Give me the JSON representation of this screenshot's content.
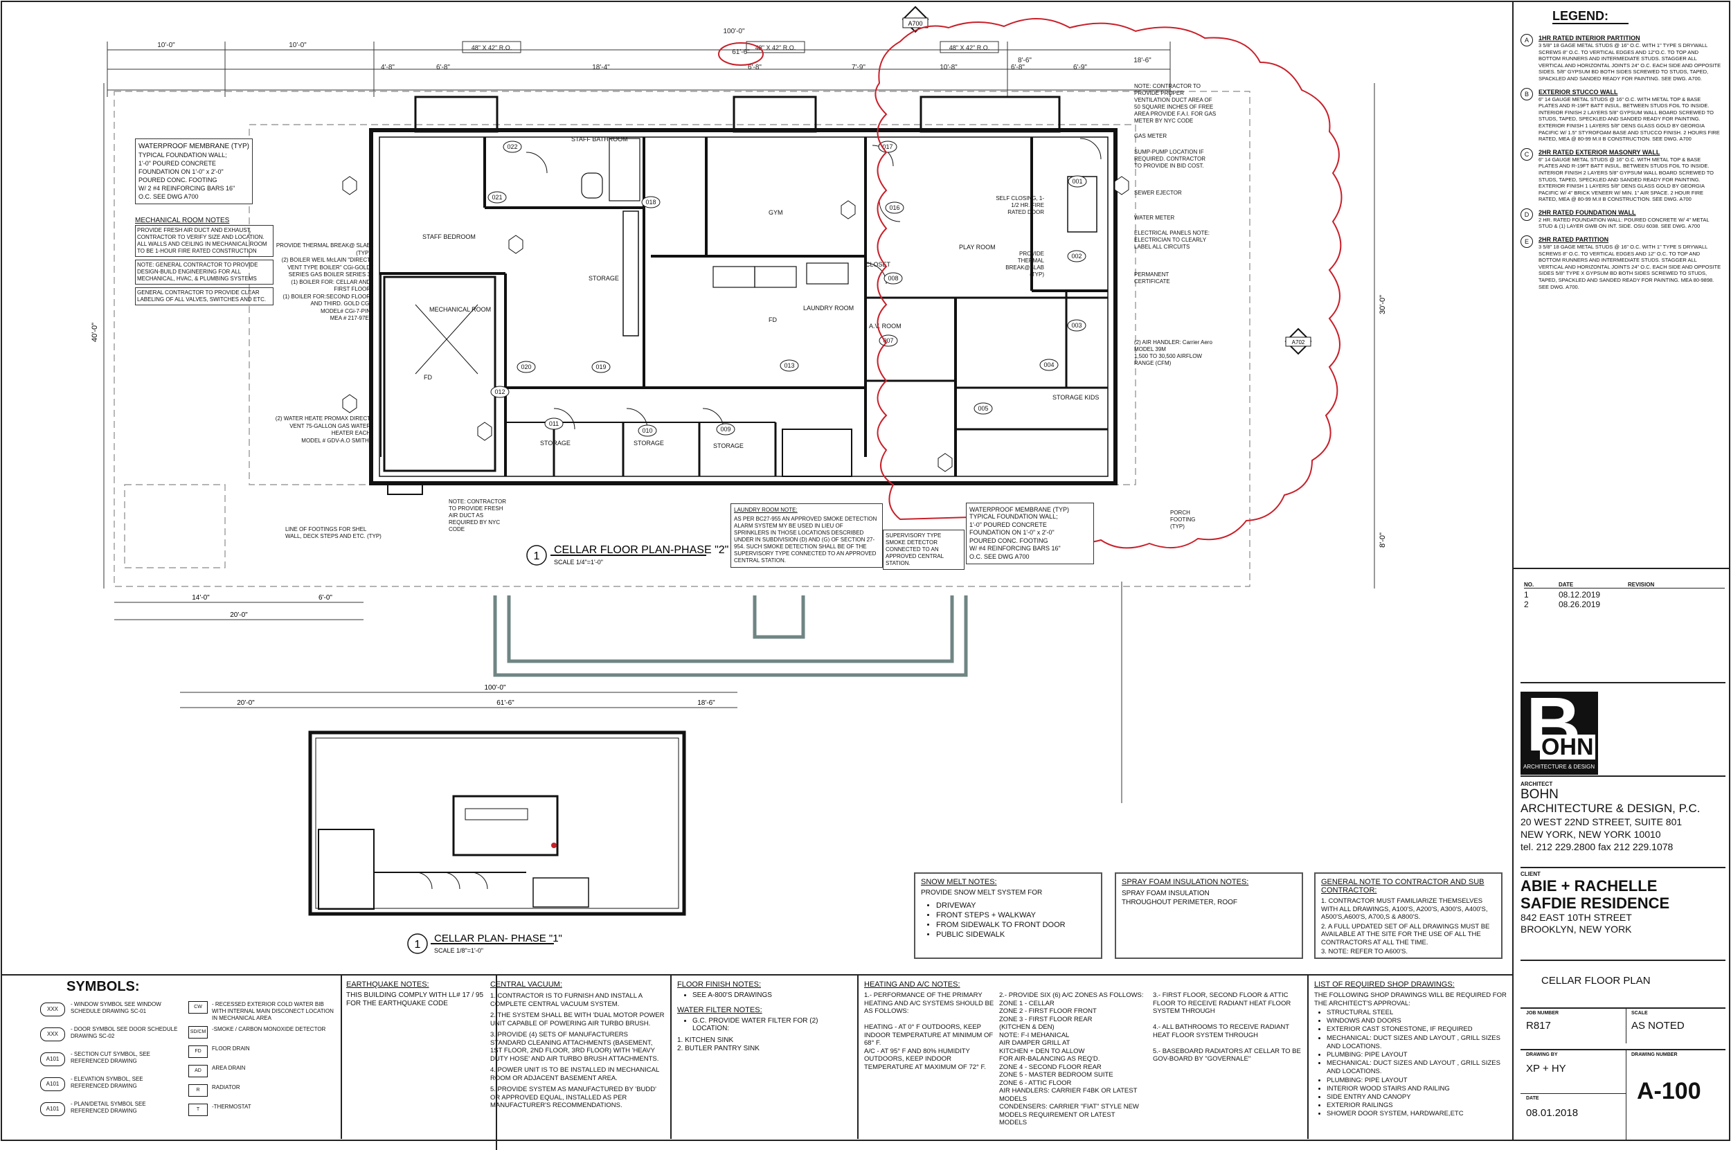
{
  "plan": {
    "title": "CELLAR FLOOR PLAN-PHASE \"2\"",
    "number": "1",
    "scale": "SCALE 1/4\"=1'-0\"",
    "dims_top": [
      "10'-0\"",
      "10'-0\"",
      "100'-0\"",
      "8'-6\"",
      "18'-6\"",
      "4'-8\"",
      "6'-8\"",
      "18'-4\"",
      "61'-6\"",
      "6'-8\"",
      "7'-9\"",
      "10'-8\"",
      "6'-8\"",
      "6'-9\""
    ],
    "window_sizes": [
      "48\" X 42\" R.O.",
      "48\" X 42\" R.O.",
      "48\" X 42\" R.O."
    ],
    "dims_side": [
      "40'-0\"",
      "30'-0\"",
      "8'-0\""
    ],
    "dims_bottom": [
      "14'-0\"",
      "6'-0\"",
      "20'-0\""
    ],
    "rooms": [
      "STAFF BATHROOM",
      "GYM",
      "PLAY ROOM",
      "STAFF BEDROOM",
      "STORAGE",
      "LAUNDRY ROOM",
      "CLOSET",
      "A.V. ROOM",
      "MECHANICAL ROOM",
      "STORAGE",
      "STORAGE",
      "STORAGE",
      "STORAGE KIDS",
      "FD",
      "FD"
    ],
    "doors": [
      "001",
      "002",
      "003",
      "004",
      "005",
      "007",
      "008",
      "009",
      "010",
      "011",
      "012",
      "013",
      "016",
      "017",
      "018",
      "019",
      "020",
      "021",
      "022"
    ],
    "notes": {
      "waterproof_left_title": "WATERPROOF MEMBRANE (TYP)",
      "waterproof_left": "TYPICAL FOUNDATION WALL;\n1'-0\" POURED CONCRETE\nFOUNDATION ON 1'-0\" x 2'-0\"\nPOURED CONC. FOOTING\nW/ 2 #4 REINFORCING BARS 16\"\nO.C. SEE DWG A700",
      "mech_title": "MECHANICAL ROOM NOTES",
      "mech_1": "PROVIDE FRESH AIR DUCT AND EXHAUST, CONTRACTOR TO VERIFY SIZE AND LOCATION. ALL WALLS AND CEILING IN MECHANICAL ROOM TO BE 1-HOUR FIRE RATED CONSTRUCTION",
      "mech_2": "NOTE: GENERAL CONTRACTOR TO PROVIDE DESIGN-BUILD ENGINEERING FOR ALL MECHANICAL, HVAC, & PLUMBING SYSTEMS",
      "mech_3": "GENERAL CONTRACTOR TO PROVIDE CLEAR LABELING OF ALL VALVES, SWITCHES AND ETC.",
      "boiler": "PROVIDE THERMAL BREAK@ SLAB (TYP)\n(2) BOILER WEIL McLAIN \"DIRECT VENT TYPE BOILER\" CGi-GOLD SERIES GAS BOILER SERIES 3\n(1) BOILER FOR: CELLAR AND FIRST FLOOR\n(1) BOILER FOR:SECOND FLOOR AND THIRD. GOLD CGi\nMODEL# CGi-7-PIN\nMEA # 217-97E.",
      "water_heater": "(2) WATER HEATE PROMAX DIRECT VENT 75-GALLON GAS WATER HEATER EACH\nMODEL # GDV-A.O SMITH.",
      "footings": "LINE OF FOOTINGS FOR SHEL WALL, DECK STEPS AND ETC. (TYP)",
      "fresh_air": "NOTE: CONTRACTOR TO PROVIDE FRESH AIR DUCT AS REQUIRED BY NYC CODE",
      "laundry_title": "LAUNDRY ROOM NOTE:",
      "laundry": "AS PER BC27-955 AN APPROVED SMOKE DETECTION ALARM SYSTEM MY BE USED IN LIEU OF SPRINKLERS IN THOSE LOCATIONS DESCRIBED UNDER IN SUBDIVISION (D) AND (G) OF SECTION 27-954. SUCH SMOKE DETECTION SHALL BE OF THE SUPERVISORY TYPE CONNECTED TO AN APPROVED CENTRAL STATION.",
      "supervisory": "SUPERVISORY TYPE SMOKE DETECTOR CONNECTED TO AN APPROVED CENTRAL STATION.",
      "waterproof_right_title": "WATERPROOF MEMBRANE (TYP)",
      "waterproof_right": "TYPICAL FOUNDATION WALL;\n1'-0\" POURED CONCRETE\nFOUNDATION ON 1'-0\" x 2'-0\"\nPOURED CONC. FOOTING\nW/ #4 REINFORCING BARS 16\"\nO.C. SEE DWG A700",
      "vent_note": "NOTE: CONTRACTOR TO PROVIDE PROPER VENTILATION DUCT AREA OF 50 SQUARE INCHES OF FREE AREA PROVIDE F.A.I. FOR GAS METER BY NYC CODE",
      "gas_meter": "GAS METER",
      "sump": "SUMP-PUMP LOCATION IF REQUIRED. CONTRACTOR TO PROVIDE IN BID COST.",
      "sewer": "SEWER EJECTOR",
      "water_meter": "WATER METER",
      "electrical": "ELECTRICAL PANELS NOTE: ELECTRICIAN TO CLEARLY LABEL ALL CIRCUITS",
      "permanent": "PERMANENT CERTIFICATE",
      "air_handler": "(2) AIR HANDLER: Carrier Aero MODEL 39M\n1,500 TO 30,500 AIRFLOW RANGE (CFM)",
      "porch": "PORCH FOOTING (TYP)",
      "self_closing": "SELF CLOSING, 1-1/2 HR. FIRE RATED DOOR",
      "thermal_right": "PROVIDE THERMAL BREAK@SLAB (TYP)"
    }
  },
  "phase1": {
    "title": "CELLAR PLAN- PHASE \"1\"",
    "number": "1",
    "scale": "SCALE 1/8\"=1'-0\"",
    "dims": [
      "100'-0\"",
      "20'-0\"",
      "61'-6\"",
      "18'-6\""
    ]
  },
  "legend": {
    "title": "LEGEND:",
    "items": [
      {
        "tag": "A",
        "title": "1HR RATED INTERIOR PARTITION",
        "text": "3 5/8\" 18 GAGE METAL STUDS @ 16\" O.C. WITH 1\" TYPE S DRYWALL SCREWS 8\" O.C. TO VERTICAL EDGES AND 12\"O.C. TO TOP AND BOTTOM RUNNERS AND INTERMEDIATE STUDS. STAGGER ALL VERTICAL AND HORIZONTAL JOINTS 24\" O.C. EACH SIDE AND OPPOSITE SIDES. 5/8\" GYPSUM BD BOTH SIDES SCREWED TO STUDS, TAPED, SPACKLED AND SANDED READY FOR PAINTING. SEE DWG. A700."
      },
      {
        "tag": "B",
        "title": "EXTERIOR STUCCO WALL",
        "text": "6\" 14 GAUGE METAL STUDS @ 16\" O.C. WITH METAL TOP & BASE PLATES AND R-19FT BATT INSUL. BETWEEN STUDS FOIL TO INSIDE. INTERIOR FINISH 2 LAYERS 5/8\" GYPSUM WALL BOARD SCREWED TO STUDS, TAPED, SPECKLED AND SANDED READY FOR PAINTING. EXTERIOR FINISH 1 LAYERS 5/8\" DENS GLASS GOLD BY GEORGIA PACIFIC W/ 1.5\" STYROFOAM BASE AND STUCCO FINISH. 2 HOURS FIRE RATED, MEA @ 80-99 M.II B CONSTRUCTION. SEE DWG. A700"
      },
      {
        "tag": "C",
        "title": "2HR RATED EXTERIOR MASONRY WALL",
        "text": "6\" 14 GAUGE METAL STUDS @ 16\" O.C. WITH METAL TOP & BASE PLATES AND R-19FT BATT INSUL. BETWEEN STUDS FOIL TO INSIDE. INTERIOR FINISH 2 LAYERS 5/8\" GYPSUM WALL BOARD SCREWED TO STUDS, TAPED, SPECKLED AND SANDED READY FOR PAINTING. EXTERIOR FINISH 1 LAYERS 5/8\" DENS GLASS GOLD BY GEORGIA PACIFIC W/ 4\" BRICK VENEER W/ MIN. 1\" AIR SPACE. 2 HOUR FIRE RATED, MEA @ 80-99 M.II B CONSTRUCTION. SEE DWG. A700"
      },
      {
        "tag": "D",
        "title": "2HR RATED FOUNDATION WALL",
        "text": "2 HR. RATED FOUNDATION WALL: POURED CONCRETE W/ 4\" METAL STUD & (1) LAYER GWB ON INT. SIDE. OSU 6038. SEE DWG. A700"
      },
      {
        "tag": "E",
        "title": "2HR RATED PARTITION",
        "text": "3 5/8\" 18 GAGE METAL STUDS @ 16\" O.C. WITH 1\" TYPE S DRYWALL SCREWS 8\" O.C. TO VERTICAL EDGES AND 12\" O.C. TO TOP AND BOTTOM RUNNERS AND INTERMEDIATE STUDS. STAGGER ALL VERTICAL AND HORIZONTAL JOINTS 24\" O.C. EACH SIDE AND OPPOSITE SIDES 5/8\" TYPE X GYPSUM BD BOTH SIDES SCREWED TO STUDS, TAPED, SPACKLED AND SANDED READY FOR PAINTING. MEA 80-9898. SEE DWG. A700."
      }
    ]
  },
  "revisions": {
    "headers": [
      "NO.",
      "DATE",
      "REVISION"
    ],
    "rows": [
      [
        "1",
        "08.12.2019",
        ""
      ],
      [
        "2",
        "08.26.2019",
        ""
      ]
    ]
  },
  "logo": {
    "letter": "B",
    "word": "OHN",
    "sub": "ARCHITECTURE & DESIGN"
  },
  "architect": {
    "label": "ARCHITECT",
    "name1": "BOHN",
    "name2": "ARCHITECTURE & DESIGN, P.C.",
    "addr1": "20 WEST 22ND STREET, SUITE 801",
    "addr2": "NEW YORK, NEW YORK 10010",
    "tel": "tel. 212 229.2800 fax 212 229.1078"
  },
  "client": {
    "label": "CLIENT",
    "name1": "ABIE + RACHELLE",
    "name2": "SAFDIE RESIDENCE",
    "addr1": "842 EAST 10TH STREET",
    "addr2": "BROOKLYN,  NEW YORK"
  },
  "sheet": {
    "title": "CELLAR FLOOR PLAN",
    "job_label": "JOB NUMBER",
    "job": "R817",
    "scale_label": "SCALE",
    "scale": "AS NOTED",
    "drawn_label": "DRAWING BY",
    "drawn": "XP + HY",
    "number_label": "DRAWING NUMBER",
    "number": "A-100",
    "date_label": "DATE",
    "date": "08.01.2018"
  },
  "snow": {
    "title": "SNOW MELT NOTES:",
    "intro": "PROVIDE SNOW MELT SYSTEM FOR",
    "items": [
      "DRIVEWAY",
      "FRONT STEPS + WALKWAY",
      "FROM SIDEWALK TO FRONT DOOR",
      "PUBLIC SIDEWALK"
    ]
  },
  "spray": {
    "title": "SPRAY FOAM INSULATION NOTES:",
    "text": "SPRAY FOAM INSULATION\nTHROUGHOUT PERIMETER, ROOF"
  },
  "general": {
    "title": "GENERAL NOTE TO CONTRACTOR AND SUB CONTRACTOR:",
    "items": [
      "1.  CONTRACTOR MUST FAMILIARIZE THEMSELVES WITH ALL DRAWINGS, A100'S, A200'S, A300'S, A400'S, A500'S,A600'S, A700,S & A800'S.",
      "2.  A FULL UPDATED SET OF ALL DRAWINGS MUST BE AVAILABLE AT THE SITE FOR THE USE OF ALL THE CONTRACTORS AT ALL THE TIME.",
      "3.  NOTE: REFER TO A600'S."
    ]
  },
  "symbols": {
    "title": "SYMBOLS:",
    "items": [
      {
        "tag": "XXX",
        "text": "- WINDOW SYMBOL SEE WINDOW SCHEDULE DRAWING SC-01"
      },
      {
        "tag": "XXX",
        "text": "- DOOR SYMBOL SEE DOOR SCHEDULE DRAWING SC-02"
      },
      {
        "tag": "A101",
        "text": "- SECTION CUT SYMBOL, SEE REFERENCED DRAWING"
      },
      {
        "tag": "A101",
        "text": "- ELEVATION SYMBOL, SEE REFERENCED DRAWING"
      },
      {
        "tag": "A101",
        "text": "- PLAN/DETAIL SYMBOL SEE REFERENCED DRAWING"
      }
    ],
    "items2": [
      {
        "tag": "CW",
        "text": "- RECESSED EXTERIOR COLD WATER BIB WITH INTERNAL MAIN DISCONECT LOCATION IN MECHANICAL AREA"
      },
      {
        "tag": "SD/CM",
        "text": "-SMOKE / CARBON MONOXIDE DETECTOR"
      },
      {
        "tag": "FD",
        "text": "FLOOR DRAIN"
      },
      {
        "tag": "AD",
        "text": "AREA DRAIN"
      },
      {
        "tag": "R",
        "text": "RADIATOR"
      },
      {
        "tag": "T",
        "text": "-THERMOSTAT"
      }
    ]
  },
  "earthquake": {
    "title": "EARTHQUAKE NOTES:",
    "text": "THIS BUILDING COMPLY WITH LL# 17 / 95 FOR THE EARTHQUAKE CODE"
  },
  "vacuum": {
    "title": "CENTRAL VACUUM:",
    "items": [
      "1.  CONTRACTOR IS TO FURNISH AND INSTALL A COMPLETE CENTRAL VACUUM SYSTEM.",
      "2.  THE SYSTEM SHALL BE WITH 'DUAL MOTOR POWER UNIT CAPABLE OF POWERING AIR TURBO BRUSH.",
      "3.  PROVIDE (4) SETS OF MANUFACTURERS STANDARD CLEANING ATTACHMENTS (BASEMENT, 1ST FLOOR, 2ND FLOOR, 3RD FLOOR) WITH 'HEAVY DUTY HOSE' AND AIR TURBO BRUSH ATTACHMENTS.",
      "4.  POWER UNIT IS TO BE INSTALLED IN MECHANICAL ROOM OR ADJACENT BASEMENT AREA.",
      "5.  PROVIDE SYSTEM AS MANUFACTURED BY 'BUDD' OR APPROVED EQUAL, INSTALLED AS PER MANUFACTURER'S RECOMMENDATIONS."
    ]
  },
  "floor_finish": {
    "title": "FLOOR FINISH NOTES:",
    "items": [
      "SEE A-800'S DRAWINGS"
    ]
  },
  "water_filter": {
    "title": "WATER FILTER NOTES:",
    "items": [
      "G.C. PROVIDE WATER FILTER FOR (2)  LOCATION:"
    ],
    "sub": [
      "1.  KITCHEN SINK",
      "2.  BUTLER PANTRY SINK"
    ]
  },
  "hvac": {
    "title": "HEATING AND A/C NOTES:",
    "col1": "1.- PERFORMANCE OF THE PRIMARY HEATING AND A/C SYSTEMS SHOULD BE AS FOLLOWS:\n\nHEATING - AT 0° F OUTDOORS, KEEP INDOOR TEMPERATURE AT MINIMUM OF 68° F.\nA/C - AT 95° F AND 80% HUMIDITY OUTDOORS, KEEP INDOOR TEMPERATURE AT MAXIMUM OF 72° F.",
    "col2": "2.- PROVIDE SIX (6) A/C ZONES AS FOLLOWS:\nZONE 1  -  CELLAR\nZONE 2  -  FIRST FLOOR FRONT\nZONE 3  -  FIRST FLOOR REAR\n               (KITCHEN & DEN)\n               NOTE: F-I MEHANICAL\n               AIR DAMPER GRILL AT\n               KITCHEN + DEN TO ALLOW\n               FOR AIR-BALANCING AS REQ'D.\nZONE 4  -  SECOND FLOOR REAR\nZONE 5  -  MASTER BEDROOM SUITE\nZONE 6  -  ATTIC FLOOR\nAIR HANDLERS:  CARRIER F4BK OR LATEST MODELS\nCONDENSERS:  CARRIER \"FIAT\" STYLE NEW MODELS REQUIREMENT OR LATEST MODELS",
    "col3": "3.- FIRST FLOOR, SECOND FLOOR & ATTIC FLOOR TO RECEIVE RADIANT HEAT FLOOR SYSTEM THROUGH\n\n4.- ALL BATHROOMS TO RECEIVE RADIANT HEAT FLOOR SYSTEM THROUGH\n\n5.- BASEBOARD RADIATORS AT CELLAR TO BE GOV-BOARD BY \"GOVERNALE\""
  },
  "shop": {
    "title": "LIST OF REQUIRED SHOP DRAWINGS:",
    "intro": "THE FOLLOWING SHOP DRAWINGS WILL BE REQUIRED FOR THE ARCHITECT'S APPROVAL:",
    "items": [
      "STRUCTURAL STEEL",
      "WINDOWS AND DOORS",
      "EXTERIOR CAST STONESTONE, IF REQUIRED",
      "MECHANICAL:  DUCT SIZES AND LAYOUT , GRILL SIZES AND LOCATIONS.",
      "PLUMBING:  PIPE LAYOUT",
      "MECHANICAL:  DUCT SIZES AND    LAYOUT , GRILL SIZES AND LOCATIONS.",
      "PLUMBING:  PIPE LAYOUT",
      "INTERIOR WOOD STAIRS AND RAILING",
      "SIDE ENTRY AND CANOPY",
      "EXTERIOR RAILINGS",
      "SHOWER DOOR SYSTEM, HARDWARE,ETC"
    ]
  },
  "colors": {
    "line": "#1a1a1a",
    "revision_cloud": "#c8202a",
    "site": "#6f8583"
  }
}
